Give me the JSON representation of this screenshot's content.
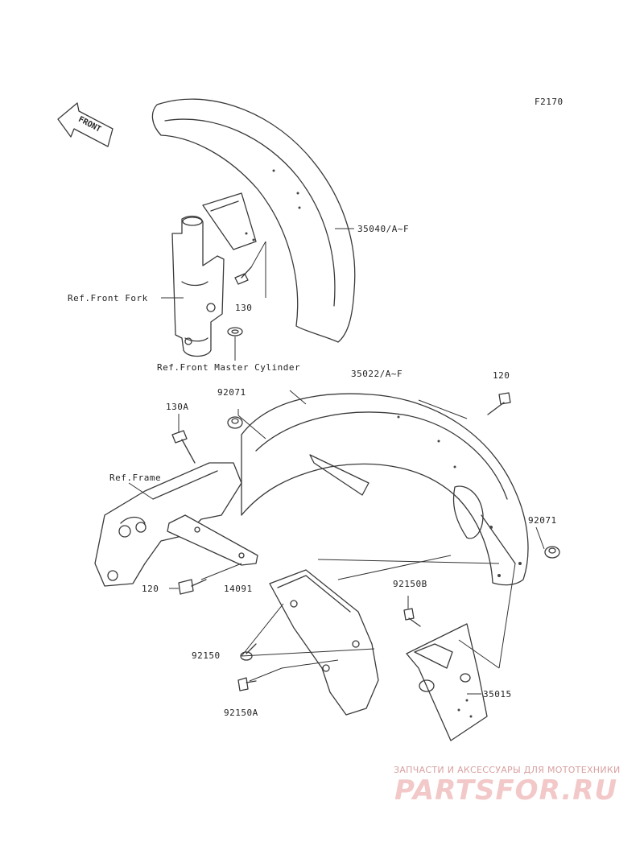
{
  "diagram": {
    "figure_code": "F2170",
    "front_marker": "FRONT",
    "callouts": {
      "p35040": "35040/A~F",
      "ref_front_fork": "Ref.Front Fork",
      "p130": "130",
      "ref_front_master_cylinder": "Ref.Front Master Cylinder",
      "p35022": "35022/A~F",
      "p120_top": "120",
      "p92071_top": "92071",
      "p130a": "130A",
      "ref_frame": "Ref.Frame",
      "p92071_right": "92071",
      "p120_bottom": "120",
      "p14091": "14091",
      "p92150b": "92150B",
      "p92150": "92150",
      "p35015": "35015",
      "p92150a": "92150A"
    }
  },
  "watermark": {
    "tagline": "ЗАПЧАСТИ И АКСЕССУАРЫ ДЛЯ МОТОТЕХНИКИ",
    "logo_text": "PARTSFOR.RU",
    "color": "#e8a0a0"
  }
}
